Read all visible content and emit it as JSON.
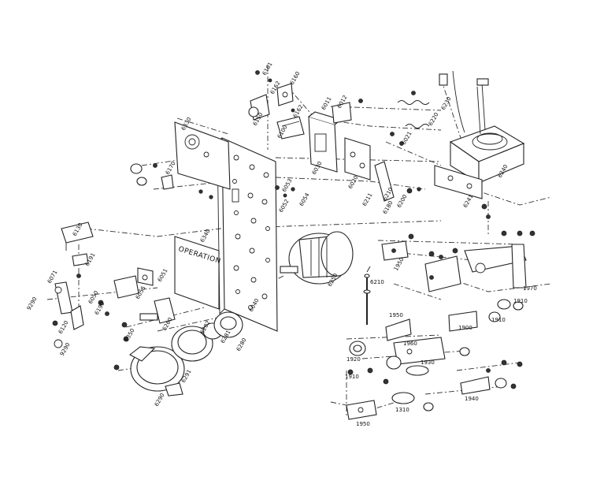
{
  "diagram": {
    "plate_text": "OPERATION",
    "part_numbers": [
      {
        "id": "p6161",
        "text": "6161"
      },
      {
        "id": "p6160",
        "text": "6160"
      },
      {
        "id": "p6162a",
        "text": "6162"
      },
      {
        "id": "p6150",
        "text": "6150"
      },
      {
        "id": "p6162b",
        "text": "6162"
      },
      {
        "id": "p6011",
        "text": "6011"
      },
      {
        "id": "p6012",
        "text": "6012"
      },
      {
        "id": "p6230",
        "text": "6230"
      },
      {
        "id": "p6220",
        "text": "6220"
      },
      {
        "id": "p6021",
        "text": "6021"
      },
      {
        "id": "p6330",
        "text": "6330"
      },
      {
        "id": "p6100",
        "text": "6100"
      },
      {
        "id": "p6030",
        "text": "6030"
      },
      {
        "id": "p6020",
        "text": "6020"
      },
      {
        "id": "p6240",
        "text": "6240"
      },
      {
        "id": "p6170",
        "text": "6170"
      },
      {
        "id": "p6210",
        "text": "6210"
      },
      {
        "id": "p6211",
        "text": "6211"
      },
      {
        "id": "p6180",
        "text": "6180"
      },
      {
        "id": "p6200",
        "text": "6200"
      },
      {
        "id": "p6241",
        "text": "6241"
      },
      {
        "id": "p6053",
        "text": "6053"
      },
      {
        "id": "p6052",
        "text": "6052"
      },
      {
        "id": "p6054",
        "text": "6054"
      },
      {
        "id": "p6130",
        "text": "6130"
      },
      {
        "id": "p6340",
        "text": "6340"
      },
      {
        "id": "p6191",
        "text": "6191"
      },
      {
        "id": "p6071",
        "text": "6071"
      },
      {
        "id": "p6051",
        "text": "6051"
      },
      {
        "id": "p6250",
        "text": "6250"
      },
      {
        "id": "p6210b",
        "text": "6210"
      },
      {
        "id": "p1950a",
        "text": "1950"
      },
      {
        "id": "p1970",
        "text": "1970"
      },
      {
        "id": "p1910a",
        "text": "1910"
      },
      {
        "id": "p1910b",
        "text": "1910"
      },
      {
        "id": "p9290a",
        "text": "9290"
      },
      {
        "id": "p6050",
        "text": "6050"
      },
      {
        "id": "p6190",
        "text": "6190"
      },
      {
        "id": "p6055",
        "text": "6055"
      },
      {
        "id": "p6260",
        "text": "6260"
      },
      {
        "id": "p6040",
        "text": "6040"
      },
      {
        "id": "p6120",
        "text": "6120"
      },
      {
        "id": "p6350",
        "text": "6350"
      },
      {
        "id": "p6282",
        "text": "6282"
      },
      {
        "id": "p6281",
        "text": "6281"
      },
      {
        "id": "p6280",
        "text": "6280"
      },
      {
        "id": "p1950b",
        "text": "1950"
      },
      {
        "id": "p1960",
        "text": "1960"
      },
      {
        "id": "p1900",
        "text": "1900"
      },
      {
        "id": "p9290b",
        "text": "9290"
      },
      {
        "id": "p6291",
        "text": "6291"
      },
      {
        "id": "p1920",
        "text": "1920"
      },
      {
        "id": "p1930",
        "text": "1930"
      },
      {
        "id": "p1910c",
        "text": "1910"
      },
      {
        "id": "p6290",
        "text": "6290"
      },
      {
        "id": "p1940",
        "text": "1940"
      },
      {
        "id": "p1310",
        "text": "1310"
      },
      {
        "id": "p1950c",
        "text": "1950"
      }
    ]
  }
}
